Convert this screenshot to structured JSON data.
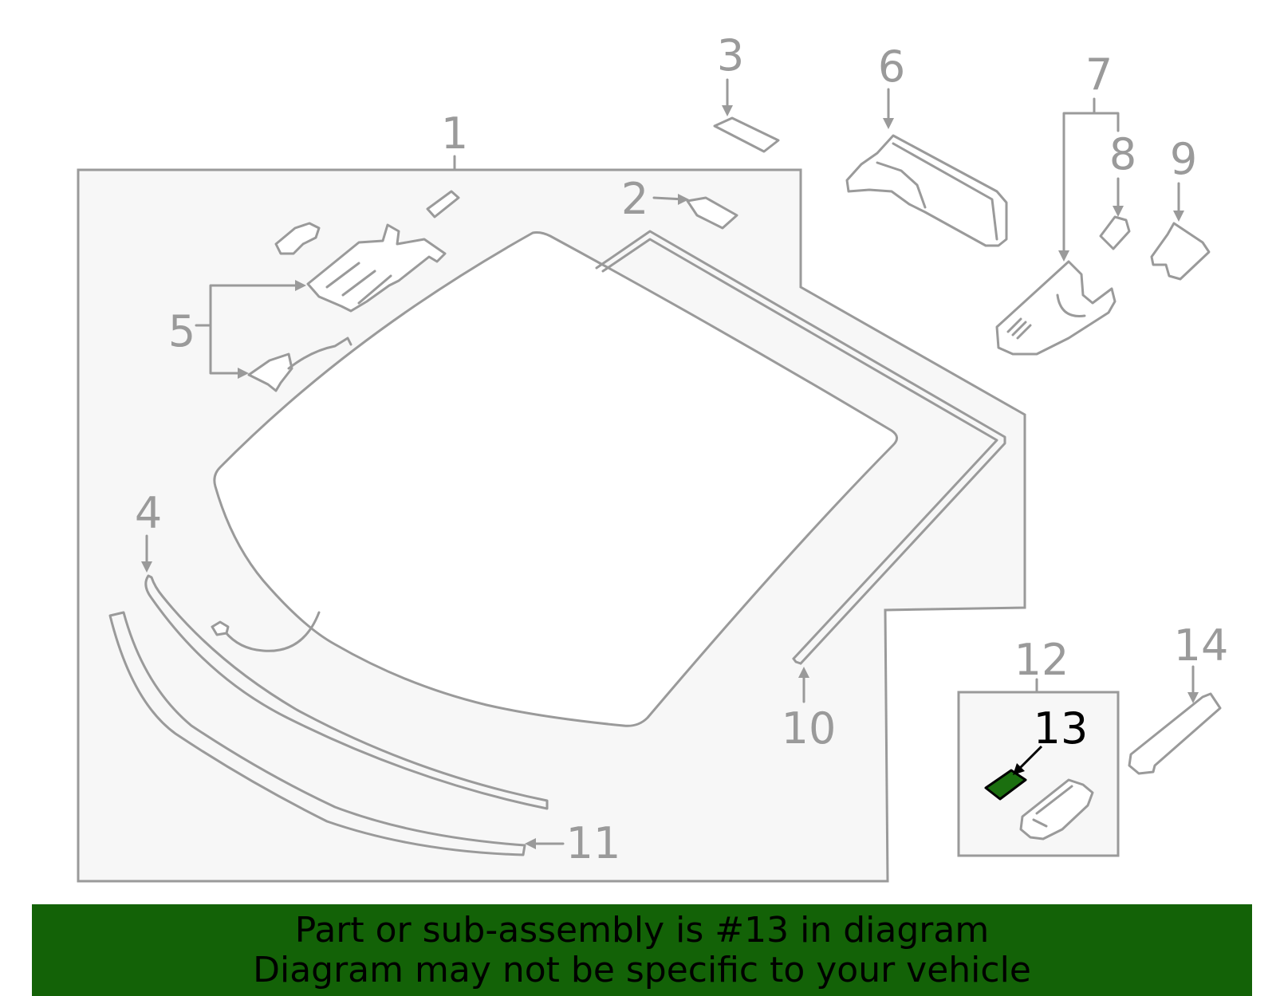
{
  "diagram": {
    "callouts": [
      "1",
      "2",
      "3",
      "4",
      "5",
      "6",
      "7",
      "8",
      "9",
      "10",
      "11",
      "12",
      "13",
      "14"
    ],
    "highlighted_part": "13"
  },
  "banner": {
    "line1": "Part or sub-assembly is #13 in diagram",
    "line2": "Diagram may not be specific to your vehicle",
    "color": "#136207"
  },
  "colors": {
    "line": "#9a9a9a",
    "panel_fill": "#f7f7f7",
    "highlight": "#1b6f0f"
  }
}
